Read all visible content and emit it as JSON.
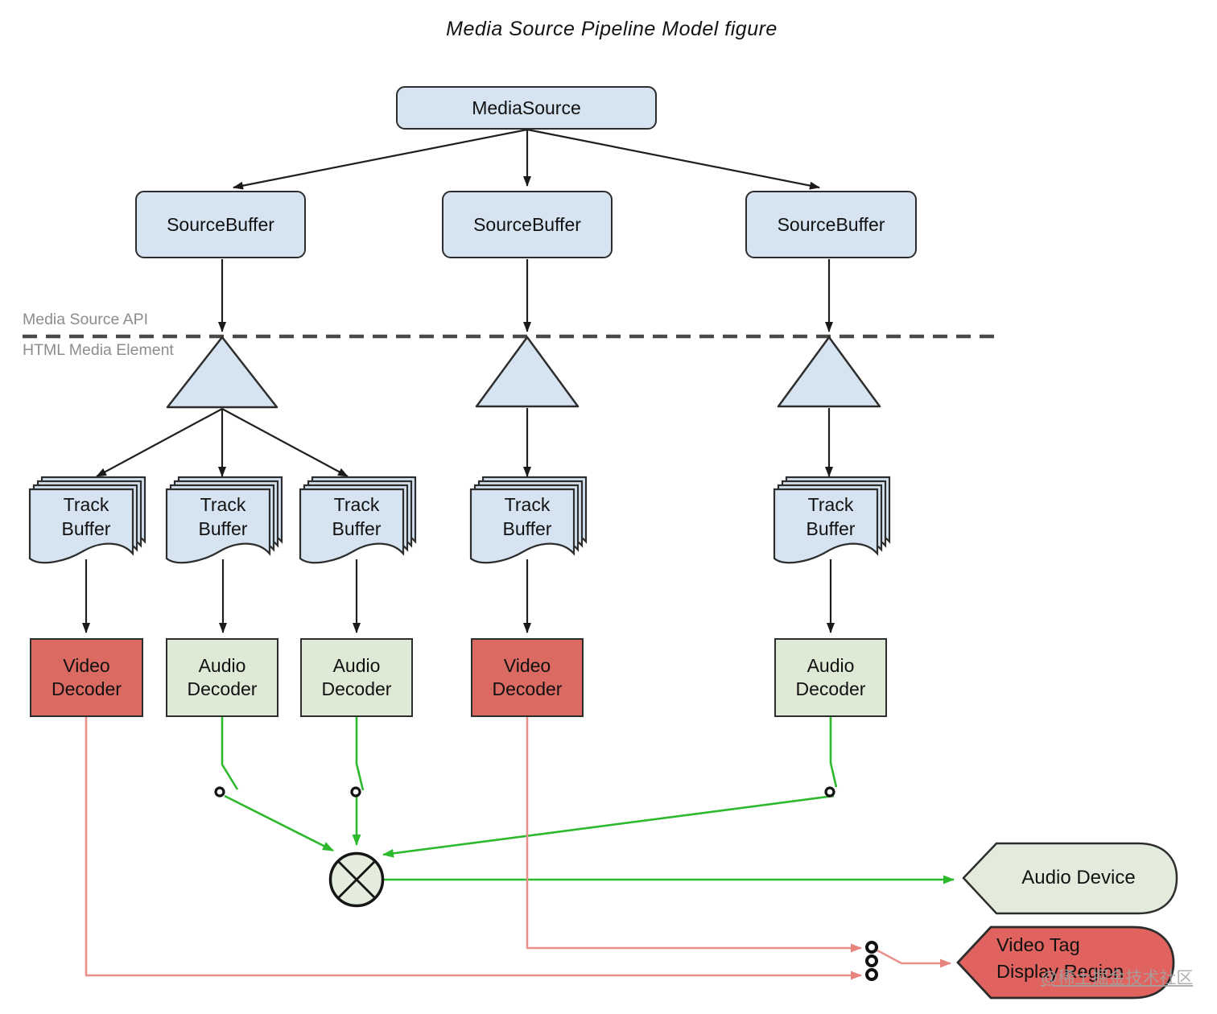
{
  "title": "Media Source Pipeline Model figure",
  "boundary": {
    "above": "Media Source API",
    "below": "HTML Media Element"
  },
  "media_source": {
    "label": "MediaSource"
  },
  "source_buffers": [
    {
      "label": "SourceBuffer"
    },
    {
      "label": "SourceBuffer"
    },
    {
      "label": "SourceBuffer"
    }
  ],
  "track_buffers": [
    {
      "line1": "Track",
      "line2": "Buffer"
    },
    {
      "line1": "Track",
      "line2": "Buffer"
    },
    {
      "line1": "Track",
      "line2": "Buffer"
    },
    {
      "line1": "Track",
      "line2": "Buffer"
    },
    {
      "line1": "Track",
      "line2": "Buffer"
    }
  ],
  "decoders": [
    {
      "line1": "Video",
      "line2": "Decoder",
      "type": "video"
    },
    {
      "line1": "Audio",
      "line2": "Decoder",
      "type": "audio"
    },
    {
      "line1": "Audio",
      "line2": "Decoder",
      "type": "audio"
    },
    {
      "line1": "Video",
      "line2": "Decoder",
      "type": "video"
    },
    {
      "line1": "Audio",
      "line2": "Decoder",
      "type": "audio"
    }
  ],
  "outputs": {
    "audio_device": {
      "label": "Audio Device"
    },
    "video_tag": {
      "line1": "Video Tag",
      "line2": "Display Region"
    }
  },
  "watermark": "@稀土掘金技术社区",
  "colors": {
    "node_blue": "#d6e4f2",
    "decoder_red": "#db6a62",
    "decoder_green": "#dfead6",
    "output_green": "#e3ecdc",
    "output_red": "#e0635f",
    "line_green": "#2db92d",
    "line_red": "#ea908b",
    "stroke_dark": "#2d2d2d",
    "boundary_text": "#8c8c8c",
    "watermark_gray": "#a3a3a3"
  }
}
